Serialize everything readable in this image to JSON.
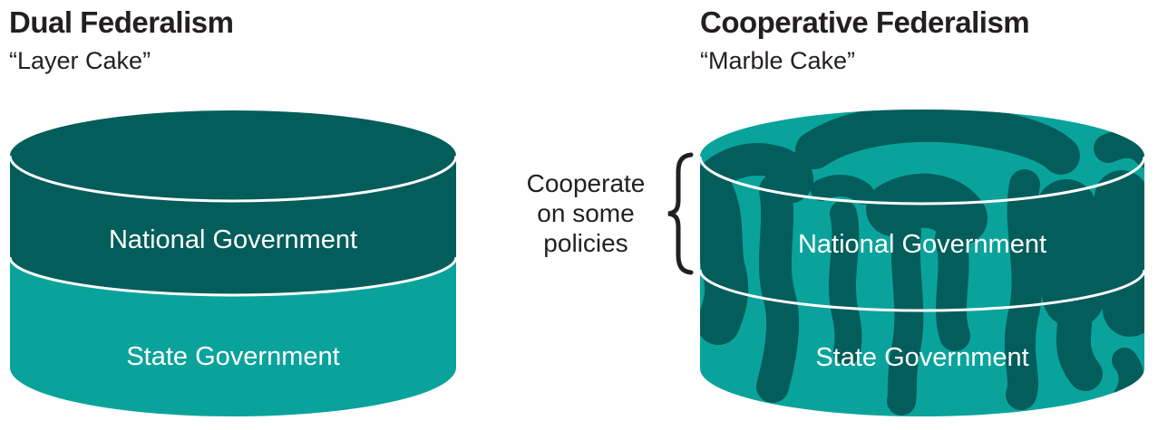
{
  "figure": {
    "left_panel": {
      "title": "Dual Federalism",
      "subtitle": "“Layer Cake”",
      "cake_style": "layer-cake",
      "layers": [
        {
          "label": "National Government",
          "color": "#035D5B"
        },
        {
          "label": "State Government",
          "color": "#0AA39C"
        }
      ]
    },
    "right_panel": {
      "title": "Cooperative Federalism",
      "subtitle": "“Marble Cake”",
      "cake_style": "marble-cake",
      "annotation": "Cooperate on some policies",
      "layers": [
        {
          "label": "National Government"
        },
        {
          "label": "State Government"
        }
      ]
    },
    "colors": {
      "dark_teal": "#035D5B",
      "light_teal": "#0AA39C",
      "divider_line": "#FFFFFF",
      "text_dark": "#231F20",
      "layer_label_text": "#FFFFFF",
      "background": "#FFFFFF"
    }
  }
}
